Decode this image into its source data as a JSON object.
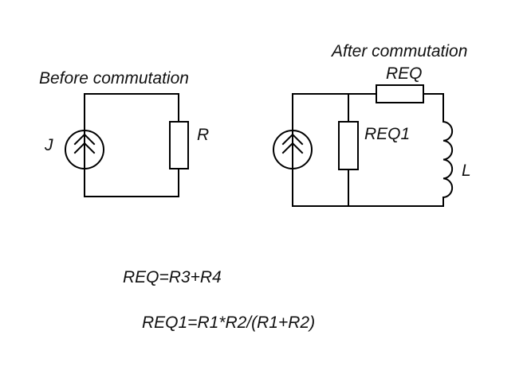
{
  "diagram": {
    "type": "electric-circuit-schematic",
    "before": {
      "title": "Before commutation",
      "components": [
        {
          "kind": "current-source",
          "label": "J"
        },
        {
          "kind": "resistor",
          "label": "R"
        }
      ]
    },
    "after": {
      "title": "After commutation",
      "components": [
        {
          "kind": "current-source",
          "label": ""
        },
        {
          "kind": "resistor",
          "label": "REQ1"
        },
        {
          "kind": "resistor",
          "label": "REQ"
        },
        {
          "kind": "inductor",
          "label": "L"
        }
      ]
    },
    "formulas": [
      "REQ=R3+R4",
      "REQ1=R1*R2/(R1+R2)"
    ]
  }
}
